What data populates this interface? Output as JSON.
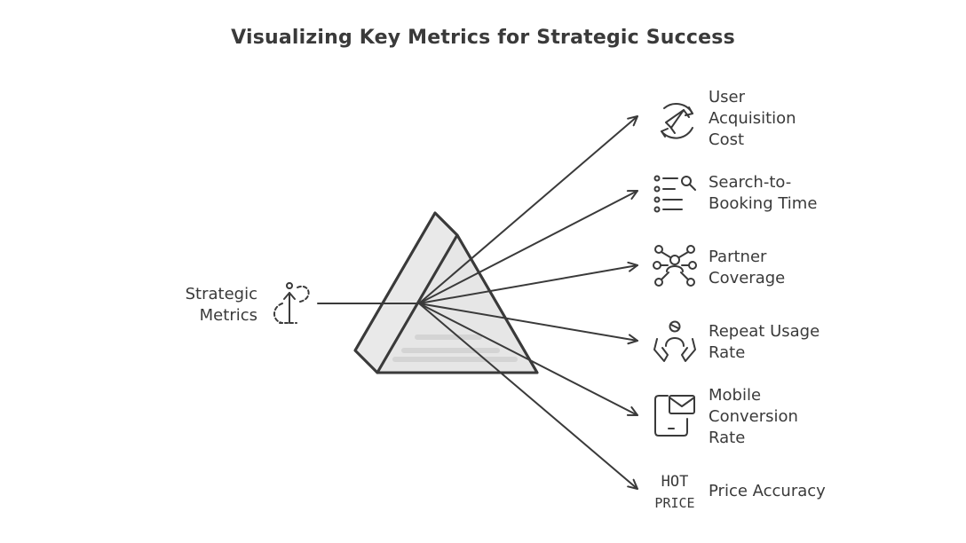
{
  "title": "Visualizing Key Metrics for Strategic Success",
  "source": {
    "label_lines": [
      "Strategic",
      "Metrics"
    ],
    "icon": "growth-arrow-icon"
  },
  "metrics": [
    {
      "label_lines": [
        "User",
        "Acquisition",
        "Cost"
      ],
      "icon": "megaphone-cycle-icon"
    },
    {
      "label_lines": [
        "Search-to-",
        "Booking Time"
      ],
      "icon": "search-list-icon"
    },
    {
      "label_lines": [
        "Partner",
        "Coverage"
      ],
      "icon": "network-person-icon"
    },
    {
      "label_lines": [
        "Repeat Usage",
        "Rate"
      ],
      "icon": "hands-person-icon"
    },
    {
      "label_lines": [
        "Mobile",
        "Conversion",
        "Rate"
      ],
      "icon": "mobile-mail-icon"
    },
    {
      "label_lines": [
        "Price Accuracy"
      ],
      "icon": "hot-price-icon"
    }
  ],
  "icon_text": {
    "hot": "HOT",
    "price": "PRICE"
  },
  "colors": {
    "stroke": "#3a3a3a",
    "prism_fill": "#e6e6e6",
    "prism_shade": "#d9d9d9",
    "background": "#ffffff"
  }
}
